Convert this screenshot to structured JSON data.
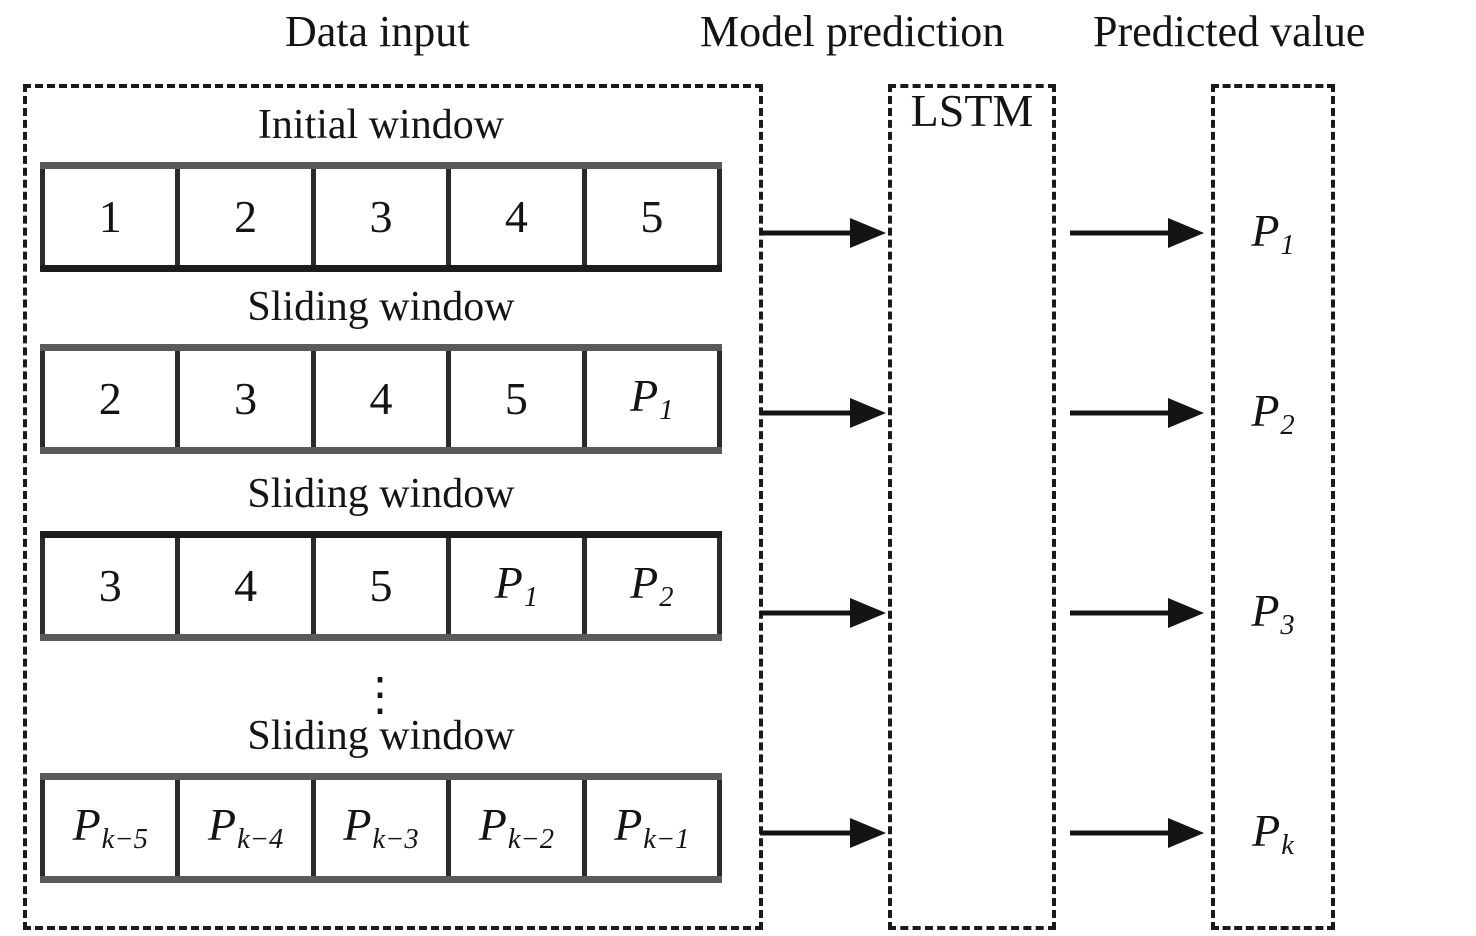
{
  "headers": {
    "data_input": "Data input",
    "model_prediction": "Model prediction",
    "predicted_value": "Predicted value"
  },
  "model": {
    "name": "LSTM"
  },
  "ellipsis": "⋮",
  "windows": [
    {
      "label": "Initial window",
      "cells": [
        {
          "base": "1",
          "sub": ""
        },
        {
          "base": "2",
          "sub": ""
        },
        {
          "base": "3",
          "sub": ""
        },
        {
          "base": "4",
          "sub": ""
        },
        {
          "base": "5",
          "sub": ""
        }
      ]
    },
    {
      "label": "Sliding window",
      "cells": [
        {
          "base": "2",
          "sub": ""
        },
        {
          "base": "3",
          "sub": ""
        },
        {
          "base": "4",
          "sub": ""
        },
        {
          "base": "5",
          "sub": ""
        },
        {
          "base": "P",
          "sub": "1"
        }
      ]
    },
    {
      "label": "Sliding window",
      "cells": [
        {
          "base": "3",
          "sub": ""
        },
        {
          "base": "4",
          "sub": ""
        },
        {
          "base": "5",
          "sub": ""
        },
        {
          "base": "P",
          "sub": "1"
        },
        {
          "base": "P",
          "sub": "2"
        }
      ]
    },
    {
      "label": "Sliding window",
      "cells": [
        {
          "base": "P",
          "sub": "k−5"
        },
        {
          "base": "P",
          "sub": "k−4"
        },
        {
          "base": "P",
          "sub": "k−3"
        },
        {
          "base": "P",
          "sub": "k−2"
        },
        {
          "base": "P",
          "sub": "k−1"
        }
      ]
    }
  ],
  "predictions": [
    {
      "base": "P",
      "sub": "1"
    },
    {
      "base": "P",
      "sub": "2"
    },
    {
      "base": "P",
      "sub": "3"
    },
    {
      "base": "P",
      "sub": "k"
    }
  ],
  "arrows": {
    "input_to_model_count": 4,
    "model_to_output_count": 4
  },
  "colors": {
    "stroke": "#141414",
    "cell_border": "#2b2b2b",
    "row_rail": "#5a5a5a",
    "background": "#ffffff"
  }
}
